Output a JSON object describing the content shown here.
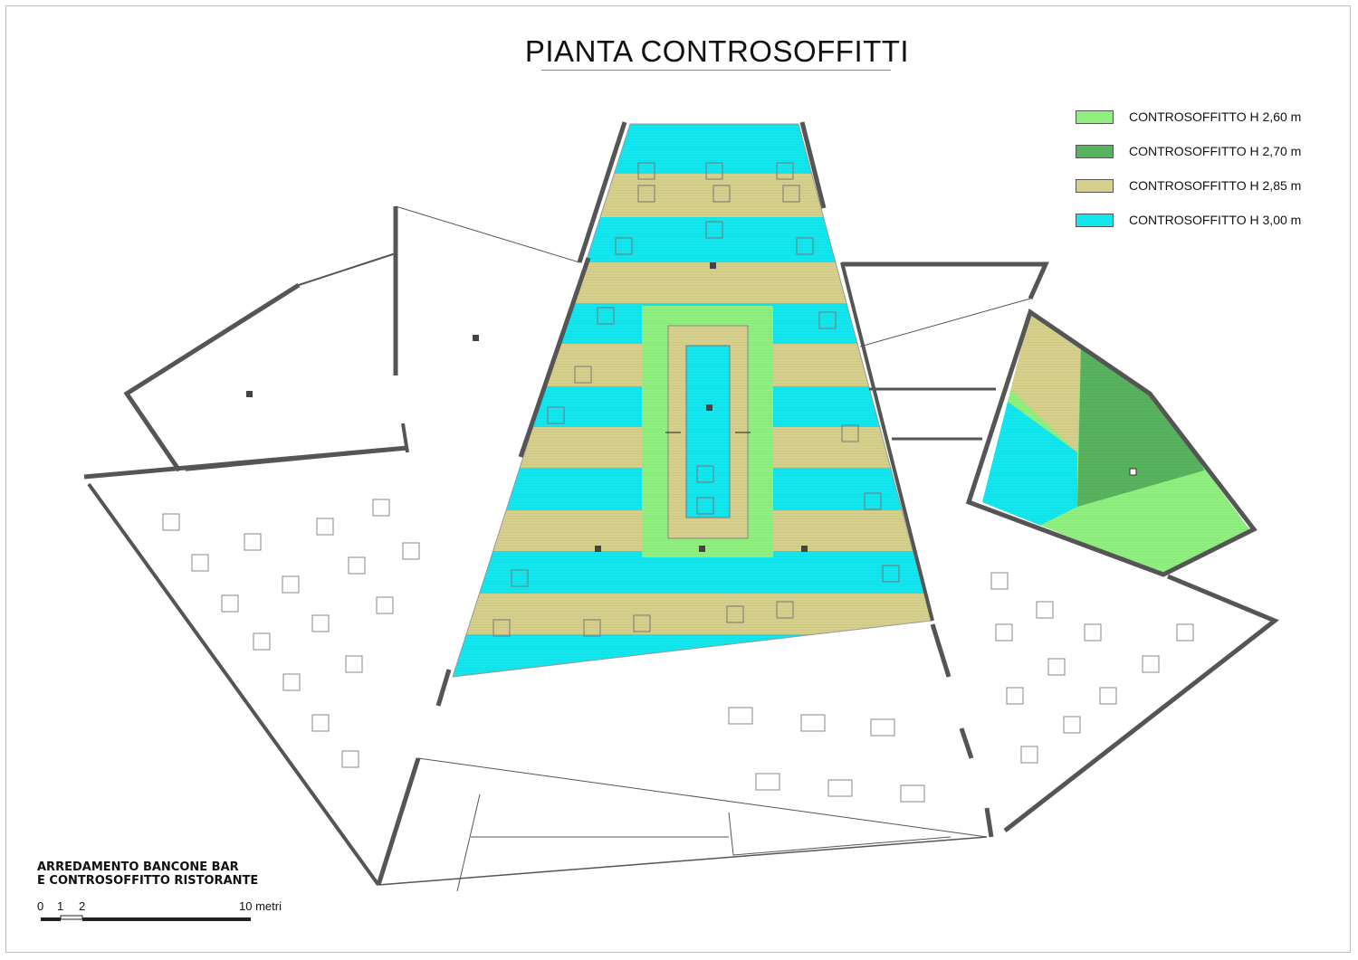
{
  "title": "PIANTA CONTROSOFFITTI",
  "legend": [
    {
      "label": "CONTROSOFFITTO H 2,60 m",
      "color": "#8ff07f"
    },
    {
      "label": "CONTROSOFFITTO H 2,70 m",
      "color": "#58b35f"
    },
    {
      "label": "CONTROSOFFITTO H 2,85 m",
      "color": "#d6d08c"
    },
    {
      "label": "CONTROSOFFITTO H 3,00 m",
      "color": "#12e6ef"
    }
  ],
  "note": {
    "line1": "ARREDAMENTO BANCONE BAR",
    "line2": "E CONTROSOFFITTO RISTORANTE"
  },
  "scale": {
    "labels": [
      "0",
      "1",
      "2",
      "10 metri"
    ]
  },
  "colors": {
    "wall": "#555555",
    "ceiling_260": "#8ff07f",
    "ceiling_270": "#58b35f",
    "ceiling_285": "#d6d08c",
    "ceiling_300": "#12e6ef"
  }
}
